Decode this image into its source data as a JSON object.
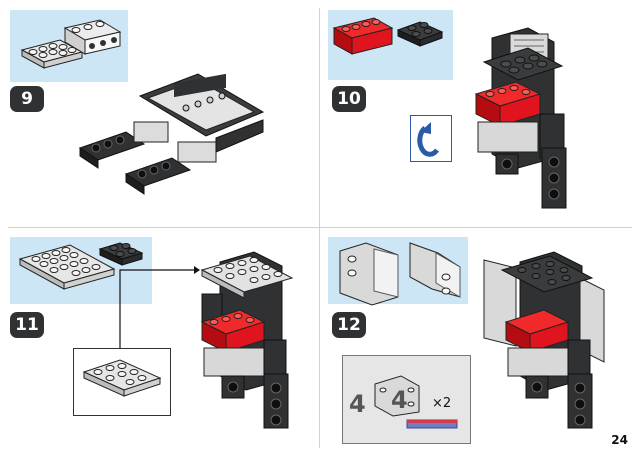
{
  "page": {
    "number": "24"
  },
  "steps": [
    {
      "number": "9"
    },
    {
      "number": "10"
    },
    {
      "number": "11"
    },
    {
      "number": "12"
    }
  ],
  "step12": {
    "callout_left_label": "4",
    "callout_right_label": "4",
    "multiplier": "×2"
  },
  "icons": {
    "rotate": "rotate-arrow-icon"
  },
  "colors": {
    "parts_bg": "#cde6f6",
    "dark_brick": "#2f3133",
    "red_brick": "#e0141e",
    "light_gray_brick": "#d8d8d8",
    "rotate_blue": "#2b5aa8"
  }
}
